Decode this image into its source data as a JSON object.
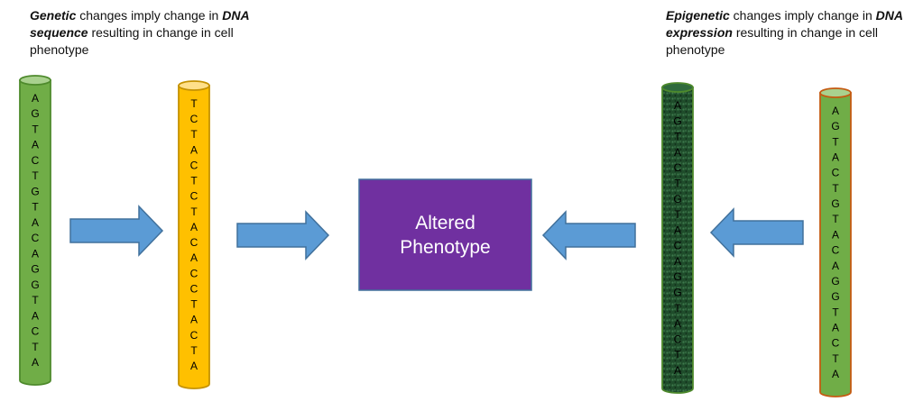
{
  "captions": {
    "genetic": {
      "lead_bold": "Genetic",
      "text1": " changes imply change in ",
      "bold2": "DNA sequence",
      "text2": " resulting in change in cell phenotype"
    },
    "epigenetic": {
      "lead_bold": "Epigenetic",
      "text1": " changes imply change in ",
      "bold2": "DNA expression",
      "text2": " resulting in change in cell phenotype"
    }
  },
  "strands": [
    {
      "id": "original-left",
      "sequence": [
        "A",
        "G",
        "T",
        "A",
        "C",
        "T",
        "G",
        "T",
        "A",
        "C",
        "A",
        "G",
        "G",
        "T",
        "A",
        "C",
        "T",
        "A"
      ],
      "fill": "#70ad47",
      "stroke": "#4e8a2c",
      "top_fill": "#a9d18e"
    },
    {
      "id": "mutated",
      "sequence": [
        "T",
        "C",
        "T",
        "A",
        "C",
        "T",
        "C",
        "T",
        "A",
        "C",
        "A",
        "C",
        "C",
        "T",
        "A",
        "C",
        "T",
        "A"
      ],
      "fill": "#ffc000",
      "stroke": "#c59200",
      "top_fill": "#ffe08a"
    },
    {
      "id": "methylated",
      "sequence": [
        "A",
        "G",
        "T",
        "A",
        "C",
        "T",
        "G",
        "T",
        "A",
        "C",
        "A",
        "G",
        "G",
        "T",
        "A",
        "C",
        "T",
        "A"
      ],
      "fill": "#1e4a2a",
      "stroke": "#4e8a2c",
      "top_fill": "#2f6a3c"
    },
    {
      "id": "original-right",
      "sequence": [
        "A",
        "G",
        "T",
        "A",
        "C",
        "T",
        "G",
        "T",
        "A",
        "C",
        "A",
        "G",
        "G",
        "T",
        "A",
        "C",
        "T",
        "A"
      ],
      "fill": "#70ad47",
      "stroke": "#c55a11",
      "top_fill": "#a9d18e"
    }
  ],
  "center_box": {
    "line1": "Altered",
    "line2": "Phenotype",
    "fill": "#7030a0",
    "stroke": "#41719c"
  },
  "arrow_color": "#5b9bd5",
  "arrow_stroke": "#41719c"
}
